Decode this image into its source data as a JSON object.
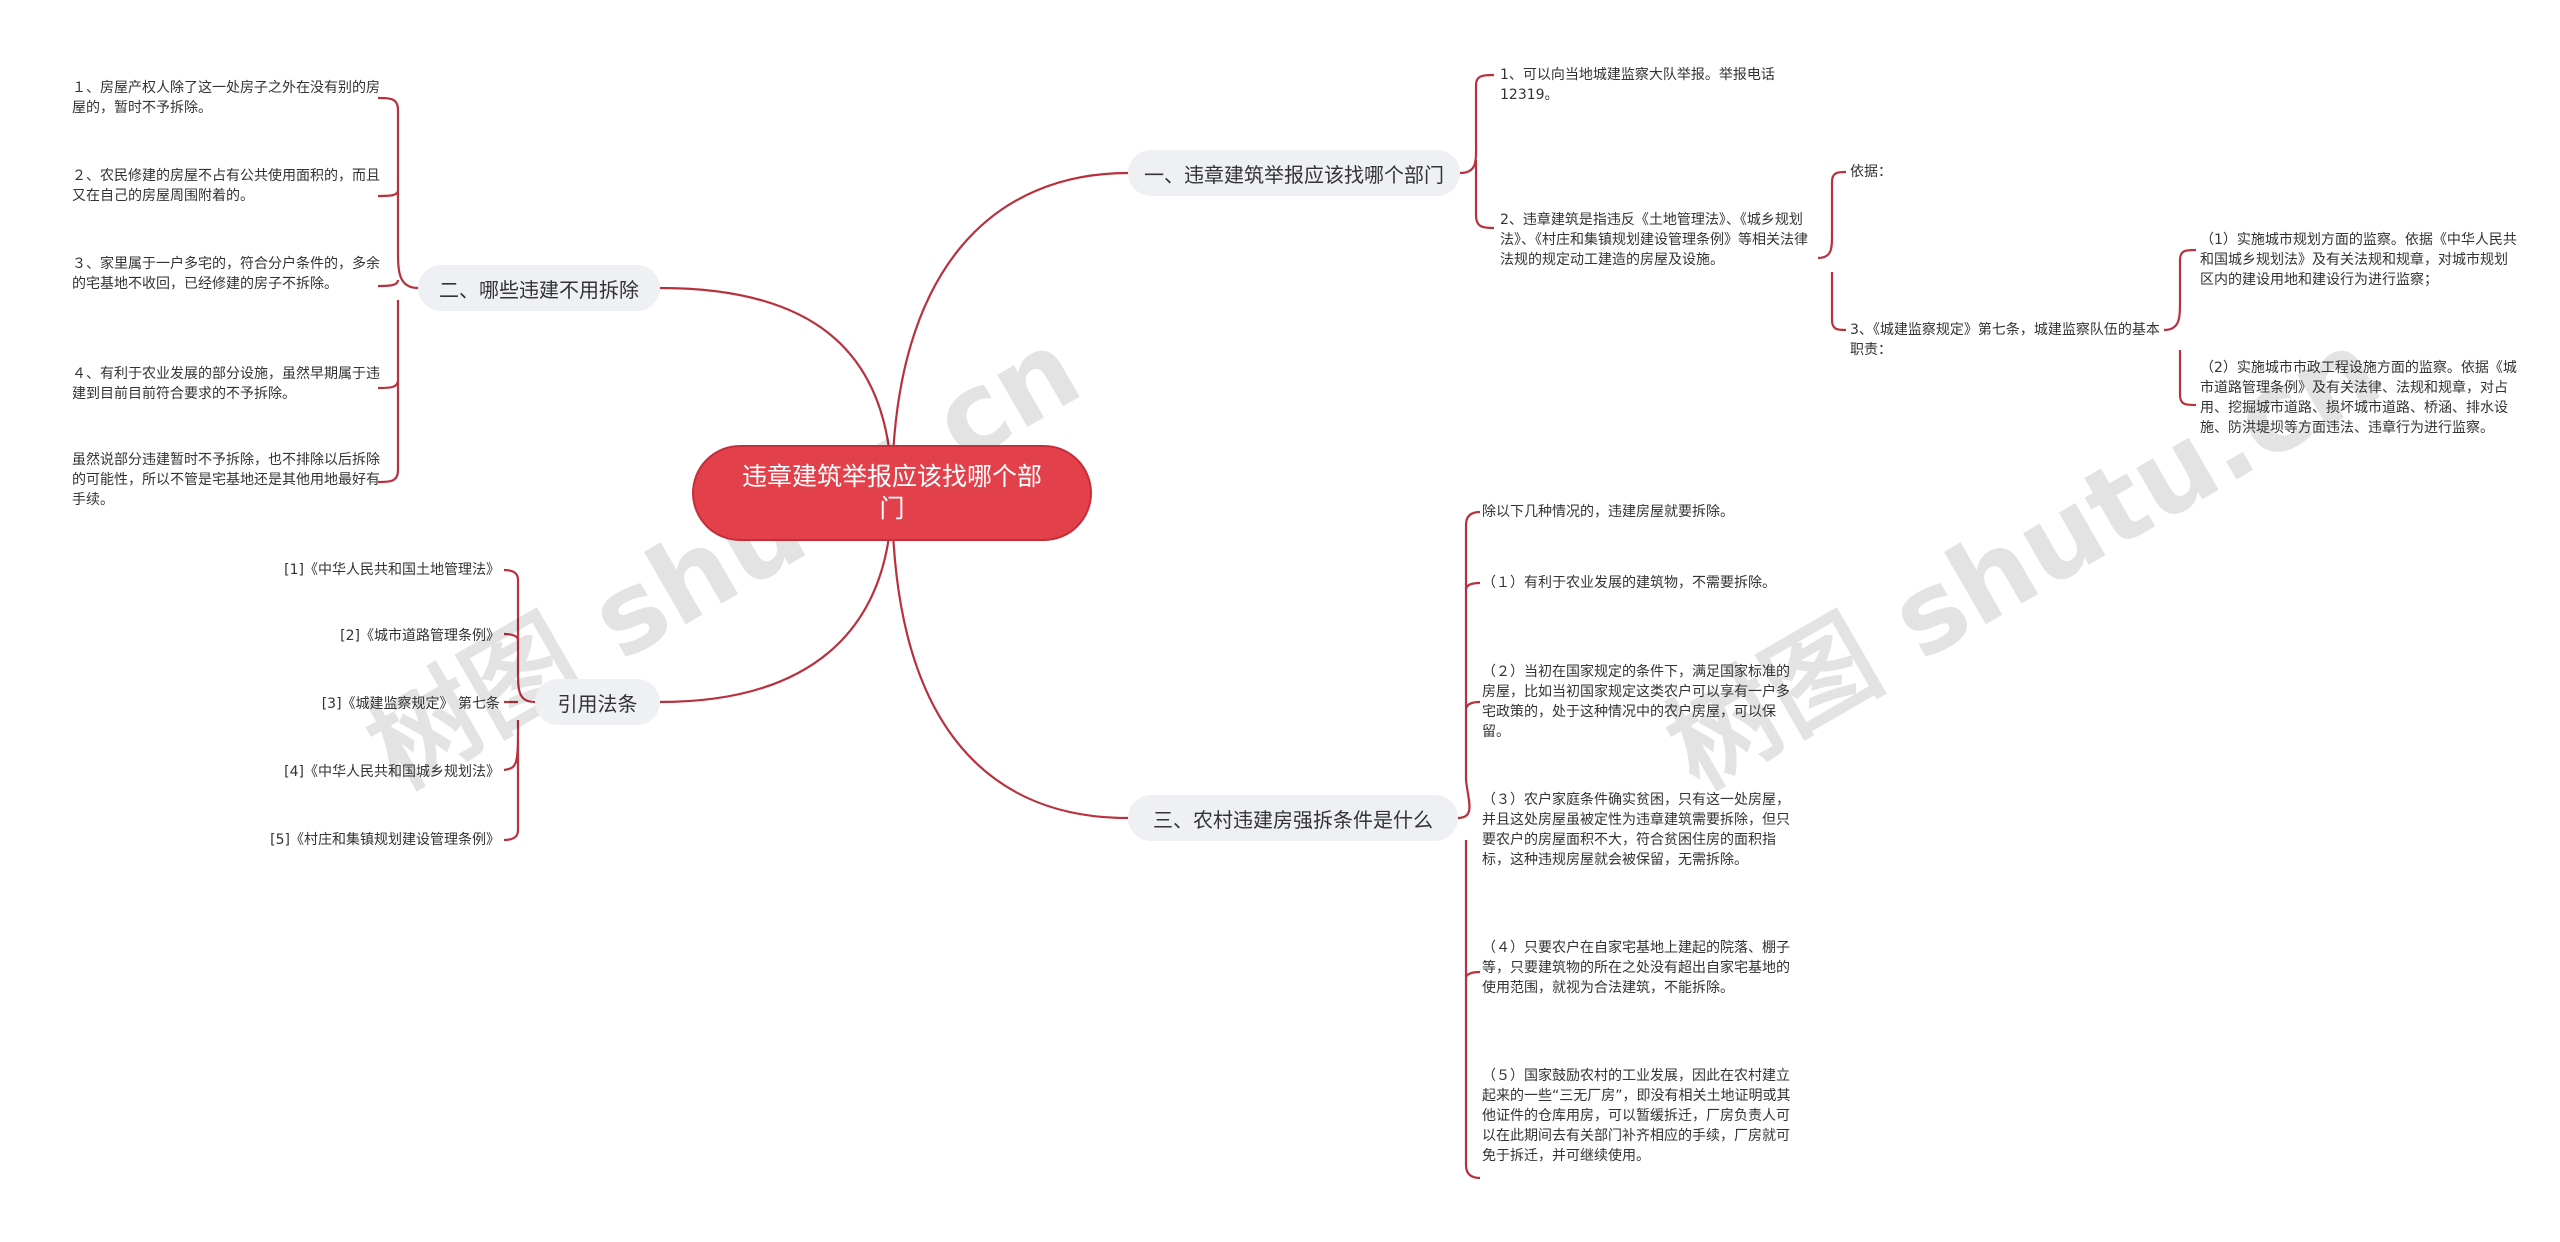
{
  "root": "违章建筑举报应该找哪个部门",
  "branches": {
    "b1": "一、违章建筑举报应该找哪个部门",
    "b2": "二、哪些违建不用拆除",
    "b3": "三、农村违建房强拆条件是什么",
    "b4": "引用法条"
  },
  "b1_items": {
    "i1": "1、可以向当地城建监察大队举报。举报电话12319。",
    "i2": "2、违章建筑是指违反《土地管理法》、《城乡规划法》、《村庄和集镇规划建设管理条例》等相关法律法规的规定动工建造的房屋及设施。",
    "basis": "依据：",
    "i3": "3、《城建监察规定》第七条，城建监察队伍的基本职责：",
    "d1": "（1）实施城市规划方面的监察。依据《中华人民共和国城乡规划法》及有关法规和规章，对城市规划区内的建设用地和建设行为进行监察；",
    "d2": "（2）实施城市市政工程设施方面的监察。依据《城市道路管理条例》及有关法律、法规和规章，对占用、挖掘城市道路、损坏城市道路、桥涵、排水设施、防洪堤坝等方面违法、违章行为进行监察。"
  },
  "b2_items": [
    "１、房屋产权人除了这一处房子之外在没有别的房屋的，暂时不予拆除。",
    "２、农民修建的房屋不占有公共使用面积的，而且又在自己的房屋周围附着的。",
    "３、家里属于一户多宅的，符合分户条件的，多余的宅基地不收回，已经修建的房子不拆除。",
    "４、有利于农业发展的部分设施，虽然早期属于违建到目前目前符合要求的不予拆除。",
    "虽然说部分违建暂时不予拆除，也不排除以后拆除的可能性，所以不管是宅基地还是其他用地最好有手续。"
  ],
  "b3_items": [
    "除以下几种情况的，违建房屋就要拆除。",
    "（１）有利于农业发展的建筑物，不需要拆除。",
    "（２）当初在国家规定的条件下，满足国家标准的房屋，比如当初国家规定这类农户可以享有一户多宅政策的，处于这种情况中的农户房屋，可以保留。",
    "（３）农户家庭条件确实贫困，只有这一处房屋，并且这处房屋虽被定性为违章建筑需要拆除，但只要农户的房屋面积不大，符合贫困住房的面积指标，这种违规房屋就会被保留，无需拆除。",
    "（４）只要农户在自家宅基地上建起的院落、棚子等，只要建筑物的所在之处没有超出自家宅基地的使用范围，就视为合法建筑，不能拆除。",
    "（５）国家鼓励农村的工业发展，因此在农村建立起来的一些“三无厂房”，即没有相关土地证明或其他证件的仓库用房，可以暂缓拆迁，厂房负责人可以在此期间去有关部门补齐相应的手续，厂房就可免于拆迁，并可继续使用。"
  ],
  "b4_items": [
    "[1]《中华人民共和国土地管理法》",
    "[2]《城市道路管理条例》",
    "[3]《城建监察规定》 第七条",
    "[4]《中华人民共和国城乡规划法》",
    "[5]《村庄和集镇规划建设管理条例》"
  ],
  "watermarks": [
    "树图 shutu.cn",
    "树图 shutu.cn"
  ],
  "colors": {
    "line": "#b8313e",
    "root_fill": "#e2404a",
    "branch_fill": "#eef0f4"
  }
}
